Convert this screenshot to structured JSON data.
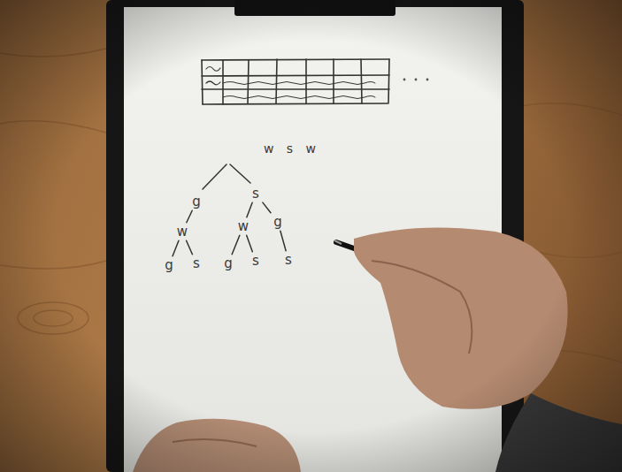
{
  "diagram": {
    "nodes": [
      {
        "text": [
          "g"
        ]
      },
      {
        "text": [
          "s"
        ]
      },
      {
        "text": [
          "w"
        ]
      },
      {
        "text": [
          "w"
        ]
      },
      {
        "text": [
          "g"
        ]
      },
      {
        "text": [
          "g"
        ]
      },
      {
        "text": [
          "s"
        ]
      },
      {
        "text": [
          "g"
        ]
      },
      {
        "text": [
          "s"
        ]
      },
      {
        "text": [
          "s"
        ]
      }
    ],
    "edges": [
      {
        "from": 0,
        "to": 2,
        "arrow": "none"
      },
      {
        "from": 1,
        "to": 3,
        "arrow": "none"
      },
      {
        "from": 1,
        "to": 4,
        "arrow": "none"
      },
      {
        "from": 2,
        "to": 5,
        "arrow": "none"
      },
      {
        "from": 2,
        "to": 6,
        "arrow": "none"
      },
      {
        "from": 3,
        "to": 7,
        "arrow": "none"
      },
      {
        "from": 3,
        "to": 8,
        "arrow": "none"
      },
      {
        "from": 4,
        "to": 9,
        "arrow": "none"
      }
    ],
    "labels": [
      "w s w"
    ]
  }
}
